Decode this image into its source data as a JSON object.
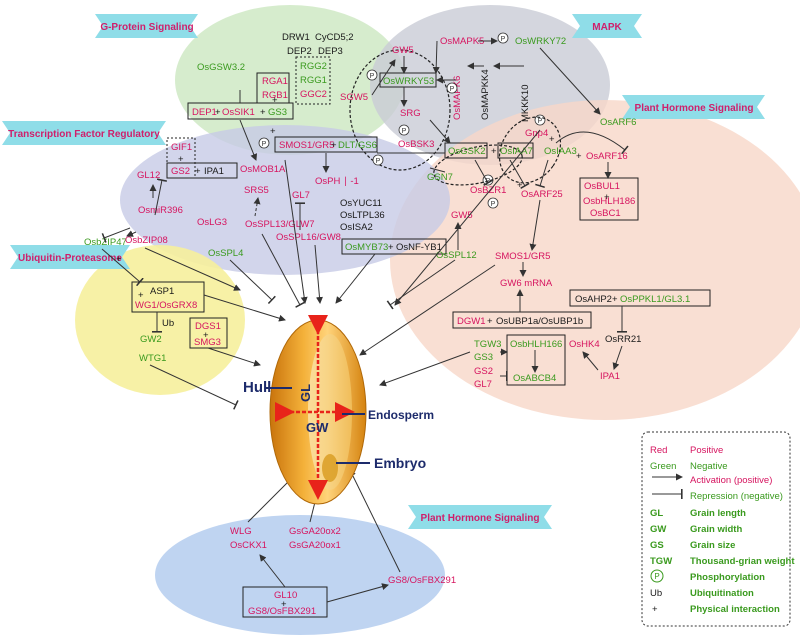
{
  "banners": {
    "g_protein": "G-Protein Signaling",
    "mapk": "MAPK",
    "hormone_top": "Plant Hormone Signaling",
    "tf": "Transcription Factor Regulatory",
    "ubiquitin": "Ubiquitin-Proteasome",
    "hormone_bottom": "Plant Hormone Signaling"
  },
  "legend": {
    "red": "Red",
    "red_desc": "Positive",
    "green": "Green",
    "green_desc": "Negative",
    "act": "Activation (positive)",
    "rep": "Repression (negative)",
    "gl": "GL",
    "gl_desc": "Grain length",
    "gw": "GW",
    "gw_desc": "Grain width",
    "gs": "GS",
    "gs_desc": "Grain size",
    "tgw": "TGW",
    "tgw_desc": "Thousand-grian weight",
    "p": "P",
    "p_desc": "Phosphorylation",
    "ub": "Ub",
    "ub_desc": "Ubiquitination",
    "plus": "+",
    "plus_desc": "Physical interaction"
  },
  "grain": {
    "hull": "Hull",
    "endosperm": "Endosperm",
    "embryo": "Embryo",
    "gl": "GL",
    "gw": "GW"
  },
  "genes": {
    "drw1": "DRW1",
    "cycd52": "CyCD5;2",
    "dep2": "DEP2",
    "dep3": "DEP3",
    "osgsw32": "OsGSW3.2",
    "rga1": "RGA1",
    "rgb1": "RGB1",
    "rgg2": "RGG2",
    "rgg1": "RGG1",
    "ggc2": "GGC2",
    "dep1": "DEP1",
    "ossik1": "OsSIK1",
    "gs3": "GS3",
    "sgw5": "SGW5",
    "gw5": "GW5",
    "oswrky53": "OsWRKY53",
    "srg": "SRG",
    "osbsk3": "OsBSK3",
    "osmapk5": "OsMAPK5",
    "oswrky72": "OsWRKY72",
    "osmapk6": "OsMAPK6",
    "osmapkk4": "OsMAPKK4",
    "mkkk10": "MKKK10",
    "osarf6": "OsARF6",
    "gif1": "GIF1",
    "gs2": "GS2",
    "ipa1": "IPA1",
    "gl12": "GL12",
    "osmob1a": "OsMOB1A",
    "smos1gr5": "SMOS1/GR5",
    "dltgs6": "DLT/GS6",
    "osph": "OsPH ∣ -1",
    "osgsk2": "OsGSK2",
    "osiaa7": "OsIAA7",
    "gnp4": "Gnp4",
    "osiaa3": "OsIAA3",
    "osarf16": "OsARF16",
    "osbul1": "OsBUL1",
    "osbhlh186": "OsbHLH186",
    "osbc1": "OsBC1",
    "gsn7": "GSN7",
    "osbzr1": "OsBZR1",
    "osarf25": "OsARF25",
    "osyuc11": "OsYUC11",
    "osltpl36": "OsLTPL36",
    "osisa2": "OsISA2",
    "osmyb73": "OsMYB73",
    "osnfyb1": "OsNF-YB1",
    "gl7": "GL7",
    "osmir396": "OsmiR396",
    "srs5": "SRS5",
    "oslg3": "OsLG3",
    "osspl13": "OsSPL13/GLW7",
    "osspl16": "OsSPL16/GW8",
    "osbzip47": "OsbZIP47",
    "osbzip08": "OsbZIP08",
    "osspl4": "OsSPL4",
    "osspl12": "OsSPL12",
    "gw5b": "GW5",
    "smos1gr5b": "SMOS1/GR5",
    "gw6mrna": "GW6 mRNA",
    "asp1": "ASP1",
    "wg1": "WG1/OsGRX8",
    "dgs1": "DGS1",
    "smg3": "SMG3",
    "ub": "Ub",
    "gw2": "GW2",
    "wtg1": "WTG1",
    "osahp2": "OsAHP2",
    "osppkl1": "OsPPKL1/GL3.1",
    "dgw1": "DGW1",
    "osubp1": "OsUBP1a/OsUBP1b",
    "osrr21": "OsRR21",
    "tgw3": "TGW3",
    "gs3b": "GS3",
    "osbhlh166": "OsbHLH166",
    "oshk4": "OsHK4",
    "gs2b": "GS2",
    "gl7b": "GL7",
    "osabcb4": "OsABCB4",
    "ipa1b": "IPA1",
    "wlg": "WLG",
    "osckx1": "OsCKX1",
    "gsga20ox2": "GsGA20ox2",
    "gsga20ox1": "GsGA20ox1",
    "gs8fbx291": "GS8/OsFBX291",
    "gl10": "GL10",
    "gs8fbx291b": "GS8/OsFBX291"
  },
  "colors": {
    "positive": "#d6145f",
    "negative": "#3a9a1e",
    "banner": "#8fdde8"
  }
}
